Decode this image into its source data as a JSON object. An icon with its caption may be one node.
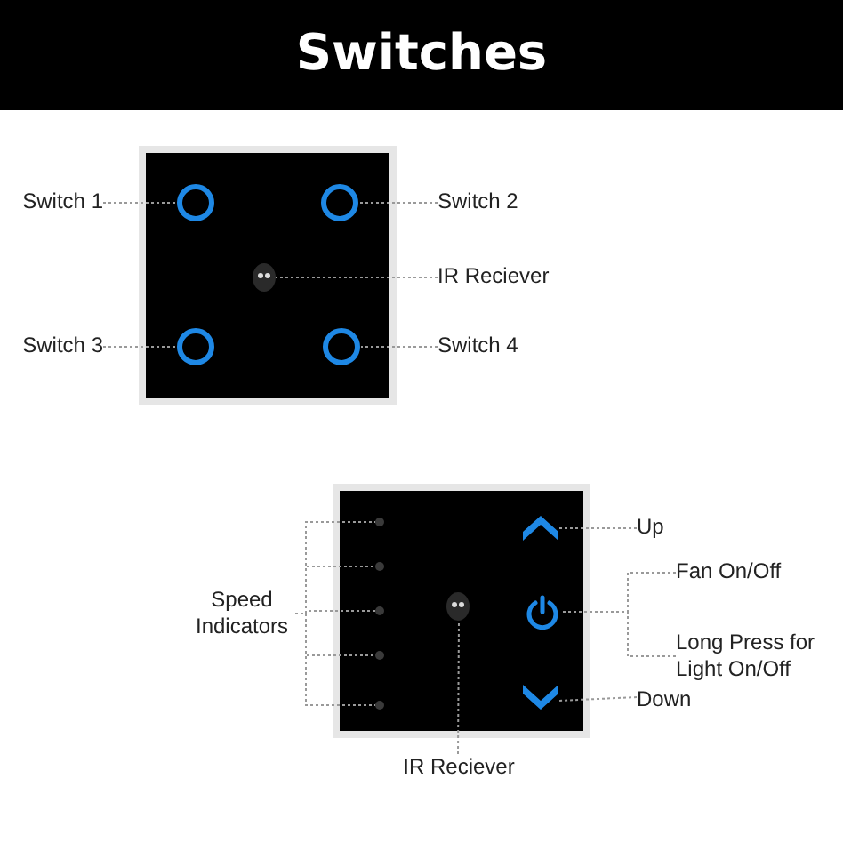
{
  "diagram": {
    "title": "Switches",
    "nodes": [
      {
        "text": [
          "Switch 1"
        ]
      },
      {
        "text": [],
        "shape": "circle"
      },
      {
        "text": [],
        "shape": "circle"
      },
      {
        "text": [
          "Switch 2"
        ]
      },
      {
        "text": [],
        "shape": "circle"
      },
      {
        "text": [
          "IR Reciever"
        ]
      },
      {
        "text": [
          "Switch 3"
        ]
      },
      {
        "text": [],
        "shape": "circle"
      },
      {
        "text": [],
        "shape": "circle"
      },
      {
        "text": [
          "Switch 4"
        ]
      },
      {
        "text": [
          "Speed Indicators"
        ]
      },
      {
        "text": [],
        "shape": "circle"
      },
      {
        "text": [],
        "shape": "circle"
      },
      {
        "text": [],
        "shape": "circle"
      },
      {
        "text": [],
        "shape": "circle"
      },
      {
        "text": [],
        "shape": "circle"
      },
      {
        "text": [],
        "shape": "chevron"
      },
      {
        "text": [
          "Up"
        ]
      },
      {
        "text": [],
        "shape": "circle"
      },
      {
        "text": [
          "Fan On/Off"
        ]
      },
      {
        "text": [
          "Long Press for Light On/Off"
        ]
      },
      {
        "text": [],
        "shape": "chevron"
      },
      {
        "text": [
          "Down"
        ]
      },
      {
        "text": [],
        "shape": "circle"
      },
      {
        "text": [
          "IR Reciever"
        ]
      }
    ],
    "edges": [
      {
        "from": 0,
        "to": 1,
        "arrow": "none"
      },
      {
        "from": 3,
        "to": 2,
        "arrow": "none"
      },
      {
        "from": 5,
        "to": 4,
        "arrow": "none"
      },
      {
        "from": 6,
        "to": 7,
        "arrow": "none"
      },
      {
        "from": 9,
        "to": 8,
        "arrow": "none"
      },
      {
        "from": 10,
        "to": 11,
        "arrow": "none"
      },
      {
        "from": 10,
        "to": 12,
        "arrow": "none"
      },
      {
        "from": 10,
        "to": 13,
        "arrow": "none"
      },
      {
        "from": 10,
        "to": 14,
        "arrow": "none"
      },
      {
        "from": 10,
        "to": 15,
        "arrow": "none"
      },
      {
        "from": 17,
        "to": 16,
        "arrow": "none"
      },
      {
        "from": 19,
        "to": 18,
        "arrow": "none"
      },
      {
        "from": 20,
        "to": 18,
        "arrow": "none"
      },
      {
        "from": 22,
        "to": 21,
        "arrow": "none"
      },
      {
        "from": 24,
        "to": 23,
        "arrow": "none"
      }
    ]
  }
}
